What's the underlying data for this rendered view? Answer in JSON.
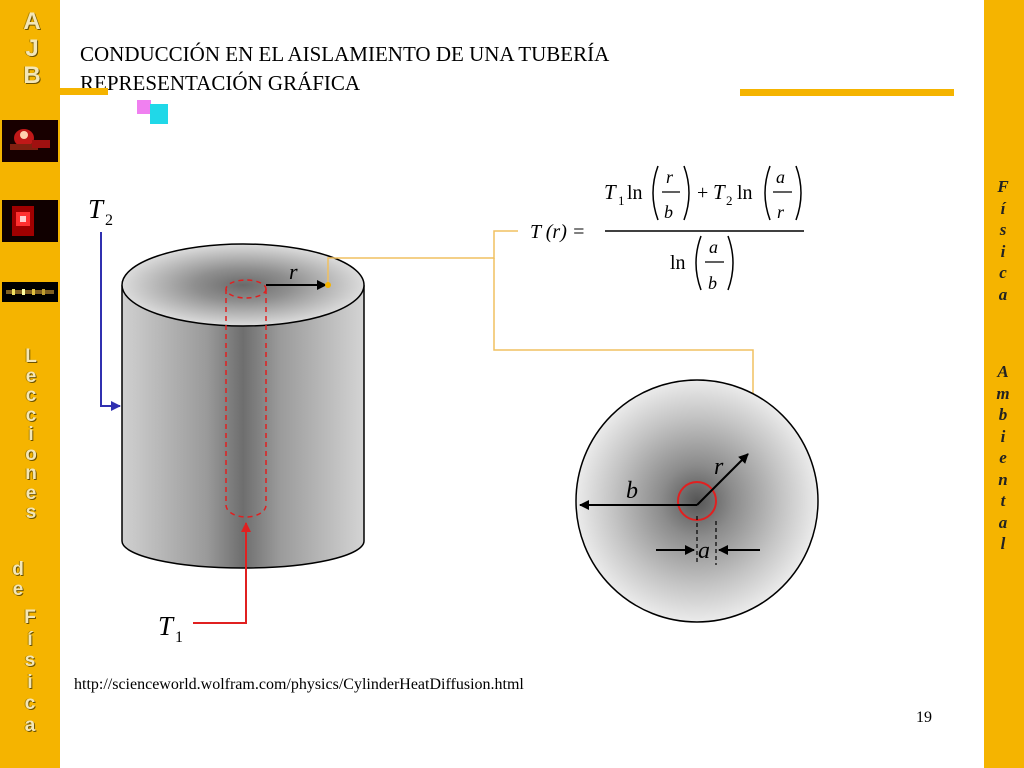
{
  "sidebar_left": {
    "logo_letters": [
      "A",
      "J",
      "B"
    ],
    "series_word": [
      "L",
      "e",
      "c",
      "c",
      "i",
      "o",
      "n",
      "e",
      "s"
    ],
    "de_word": [
      "d",
      "e"
    ],
    "fisica_word": [
      "F",
      "í",
      "s",
      "i",
      "c",
      "a"
    ]
  },
  "sidebar_right": {
    "word1": [
      "F",
      "í",
      "s",
      "i",
      "c",
      "a"
    ],
    "word2": [
      "A",
      "m",
      "b",
      "i",
      "e",
      "n",
      "t",
      "a",
      "l"
    ]
  },
  "header": {
    "title_line1": "CONDUCCIÓN EN EL AISLAMIENTO DE UNA TUBERÍA",
    "title_line2": "REPRESENTACIÓN GRÁFICA"
  },
  "diagram": {
    "cylinder": {
      "t2_main": "T",
      "t2_sub": "2",
      "t1_main": "T",
      "t1_sub": "1",
      "radius_label": "r"
    },
    "formula": {
      "lhs": "T (r) =",
      "t1_main": "T",
      "t1_sub": "1",
      "ln": "ln",
      "frac1_num": "r",
      "frac1_den": "b",
      "plus": "+",
      "t2_main": "T",
      "t2_sub": "2",
      "frac2_num": "a",
      "frac2_den": "r",
      "den_ln": "ln",
      "frac3_num": "a",
      "frac3_den": "b"
    },
    "cross_section": {
      "b_label": "b",
      "r_label": "r",
      "a_label": "a"
    }
  },
  "footer": {
    "source_url": "http://scienceworld.wolfram.com/physics/CylinderHeatDiffusion.html",
    "page_number": "19"
  },
  "colors": {
    "sidebar_gold": "#f5b400",
    "arrow_blue": "#3030b0",
    "arrow_red": "#e02020",
    "leader_gold": "#f0c060"
  }
}
